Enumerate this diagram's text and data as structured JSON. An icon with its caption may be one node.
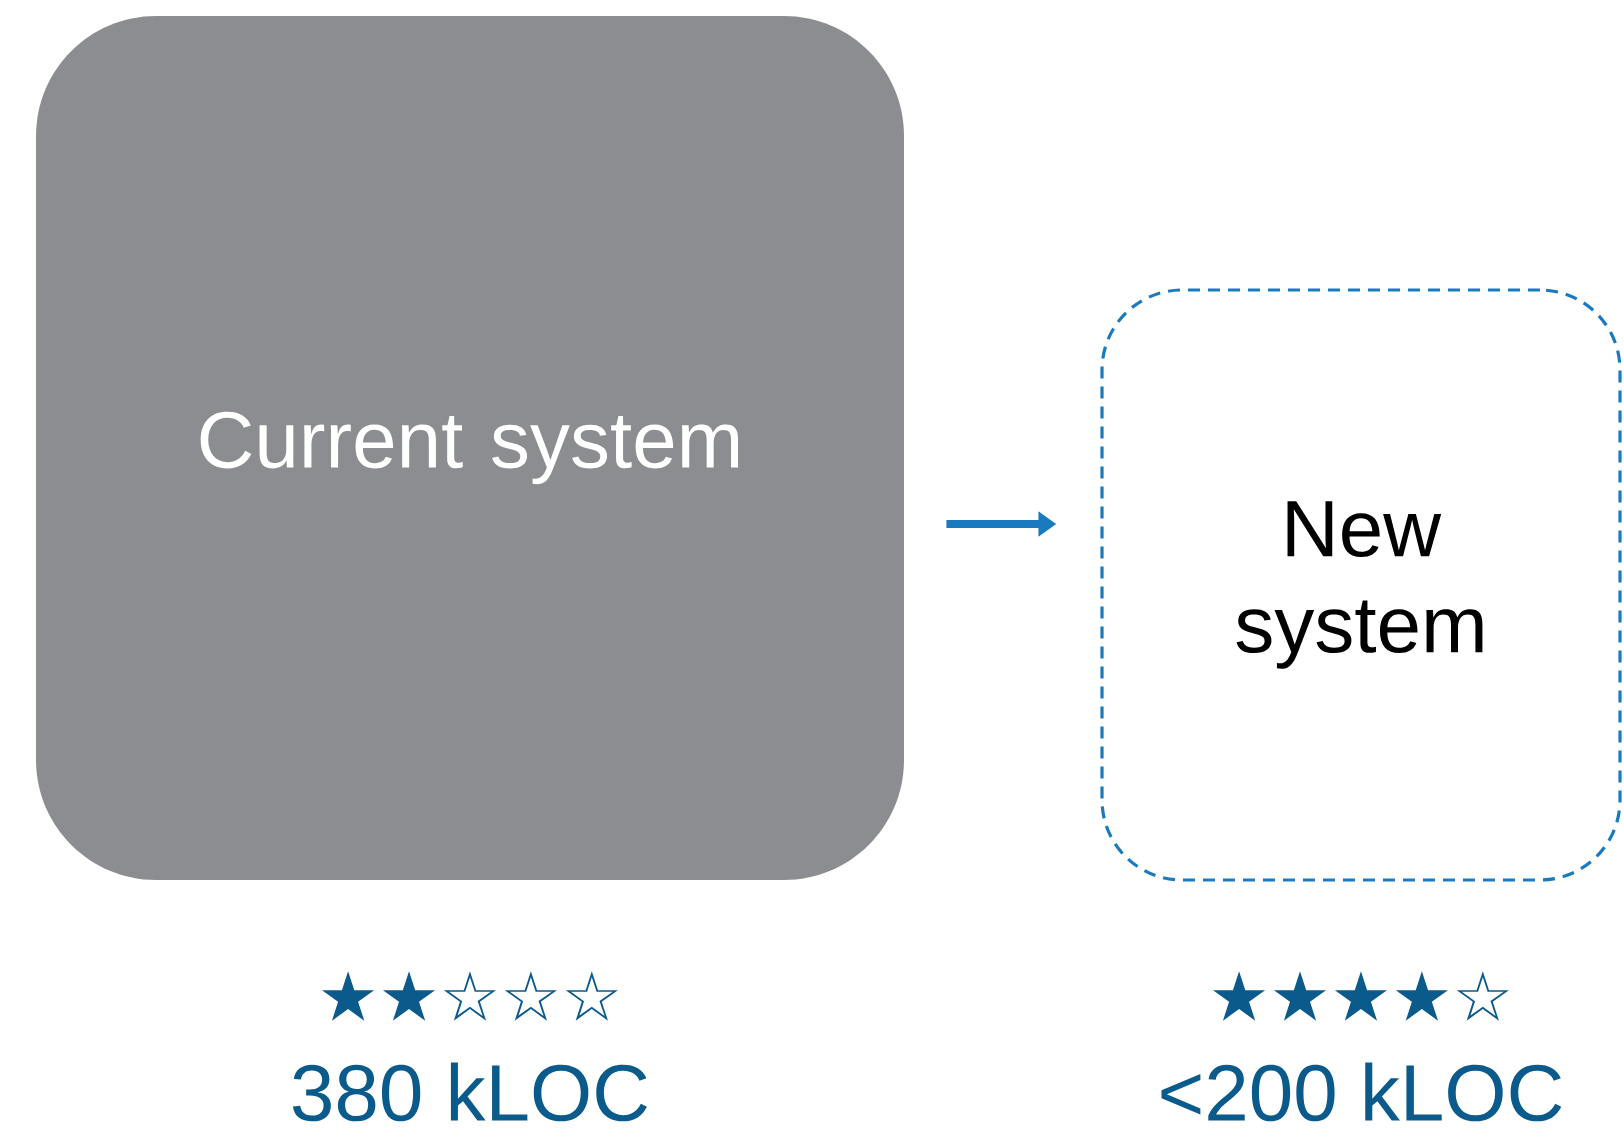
{
  "diagram": {
    "nodes": [
      {
        "text": [
          "Current system"
        ],
        "beside": [
          "★★☆☆☆",
          "380 kLOC"
        ]
      },
      {
        "text": [
          "New system"
        ],
        "beside": [
          "★★★★☆",
          "<200 kLOC"
        ]
      }
    ],
    "edges": [
      {
        "from": 0,
        "to": 1,
        "arrow": "to",
        "color": "#1a7ac0"
      }
    ]
  }
}
